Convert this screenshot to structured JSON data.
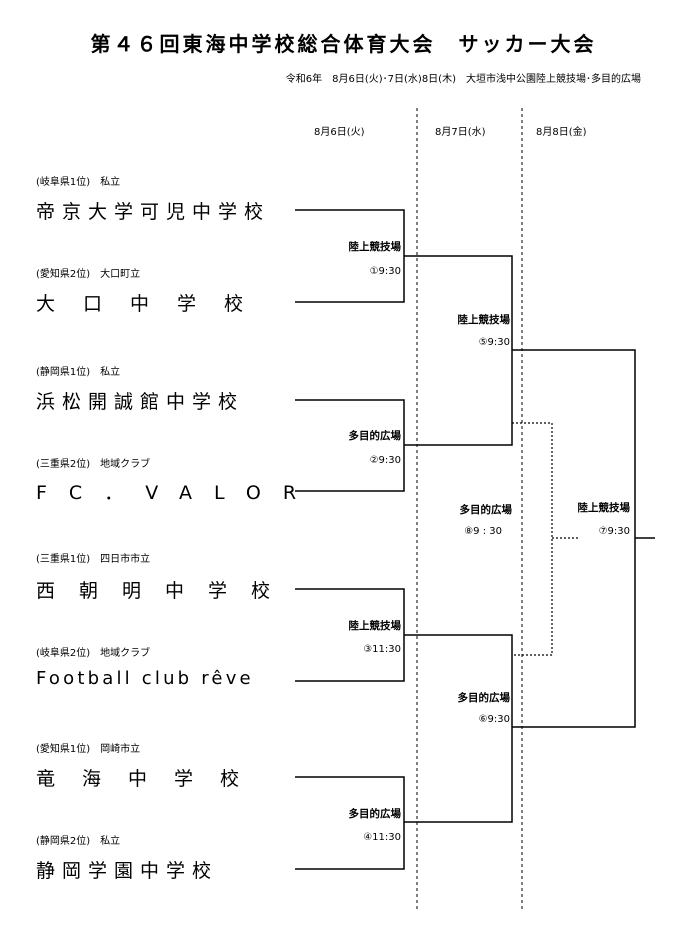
{
  "header": {
    "title": "第４６回東海中学校総合体育大会　サッカー大会",
    "subtitle": "令和6年　8月6日(火)･7日(水)8日(木)　大垣市浅中公園陸上競技場･多目的広場"
  },
  "days": [
    {
      "label": "8月6日(火)"
    },
    {
      "label": "8月7日(水)"
    },
    {
      "label": "8月8日(金)"
    }
  ],
  "teams": [
    {
      "seed": "(岐阜県1位)　私立",
      "name": "帝京大学可児中学校"
    },
    {
      "seed": "(愛知県2位)　大口町立",
      "name": "大口中学校"
    },
    {
      "seed": "(静岡県1位)　私立",
      "name": "浜松開誠館中学校"
    },
    {
      "seed": "(三重県2位)　地域クラブ",
      "name": "FC．VALOR"
    },
    {
      "seed": "(三重県1位)　四日市市立",
      "name": "西朝明中学校"
    },
    {
      "seed": "(岐阜県2位)　地域クラブ",
      "name": "Football club rêve"
    },
    {
      "seed": "(愛知県1位)　岡崎市立",
      "name": "竜海中学校"
    },
    {
      "seed": "(静岡県2位)　私立",
      "name": "静岡学園中学校"
    }
  ],
  "matches": [
    {
      "venue": "陸上競技場",
      "time": "①9:30"
    },
    {
      "venue": "多目的広場",
      "time": "②9:30"
    },
    {
      "venue": "陸上競技場",
      "time": "③11:30"
    },
    {
      "venue": "多目的広場",
      "time": "④11:30"
    },
    {
      "venue": "陸上競技場",
      "time": "⑤9:30"
    },
    {
      "venue": "多目的広場",
      "time": "⑥9:30"
    },
    {
      "venue": "陸上競技場",
      "time": "⑦9:30"
    },
    {
      "venue": "多目的広場",
      "time": "⑧9 : 30"
    }
  ]
}
